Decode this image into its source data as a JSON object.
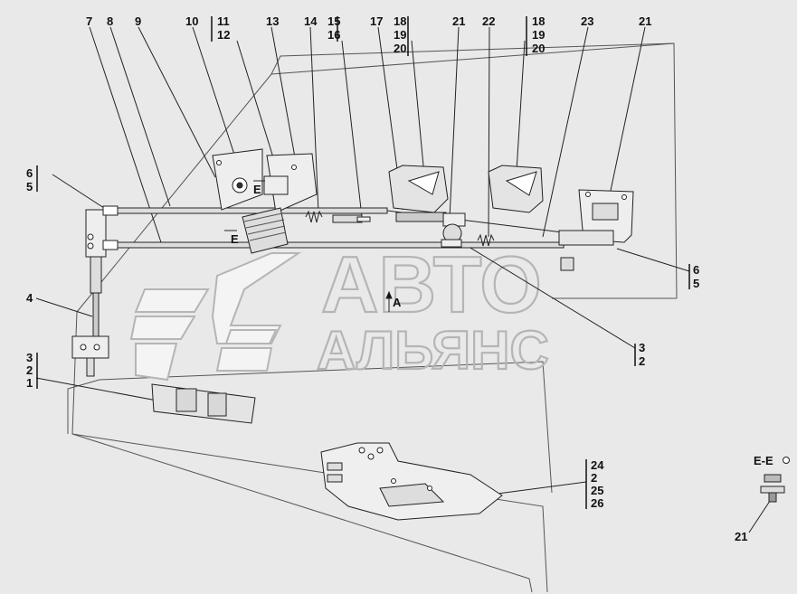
{
  "watermark": {
    "line1": "АВТО",
    "line2": "АЛЬЯНС"
  },
  "callouts": {
    "c7": "7",
    "c8": "8",
    "c9": "9",
    "c10": "10",
    "c11": "11",
    "c12": "12",
    "c13": "13",
    "c14": "14",
    "c15": "15",
    "c16": "16",
    "c17": "17",
    "c18a": "18",
    "c19a": "19",
    "c20a": "20",
    "c21a": "21",
    "c22": "22",
    "c18b": "18",
    "c19b": "19",
    "c20b": "20",
    "c23": "23",
    "c21b": "21"
  },
  "left_groups": {
    "g65_a": "6",
    "g65_b": "5",
    "g4": "4",
    "g321_a": "3",
    "g321_b": "2",
    "g321_c": "1"
  },
  "right_groups": {
    "g65_a": "6",
    "g65_b": "5",
    "g32_a": "3",
    "g32_b": "2",
    "g24_a": "24",
    "g24_b": "2",
    "g24_c": "25",
    "g24_d": "26"
  },
  "views": {
    "view_a": "A",
    "section_e1": "E",
    "section_e2": "E",
    "section_title": "E-E",
    "section_callout": "21"
  }
}
